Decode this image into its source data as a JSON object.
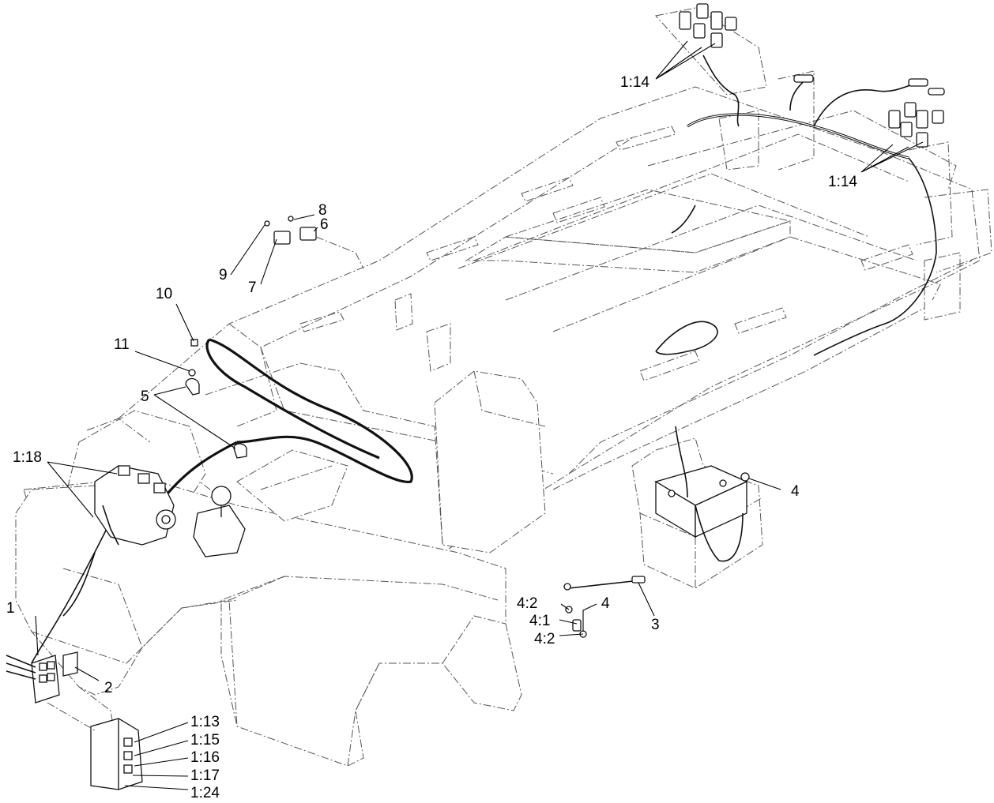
{
  "callouts": {
    "c1_14_top": "1:14",
    "c1_14_right": "1:14",
    "c8": "8",
    "c6": "6",
    "c9": "9",
    "c7": "7",
    "c10": "10",
    "c11": "11",
    "c5": "5",
    "c1_18": "1:18",
    "c4_battery": "4",
    "c1": "1",
    "c2": "2",
    "c3": "3",
    "c4_2_top": "4:2",
    "c4_fuse": "4",
    "c4_1": "4:1",
    "c4_2_bottom": "4:2",
    "c1_13": "1:13",
    "c1_15": "1:15",
    "c1_16": "1:16",
    "c1_17": "1:17",
    "c1_24": "1:24"
  }
}
